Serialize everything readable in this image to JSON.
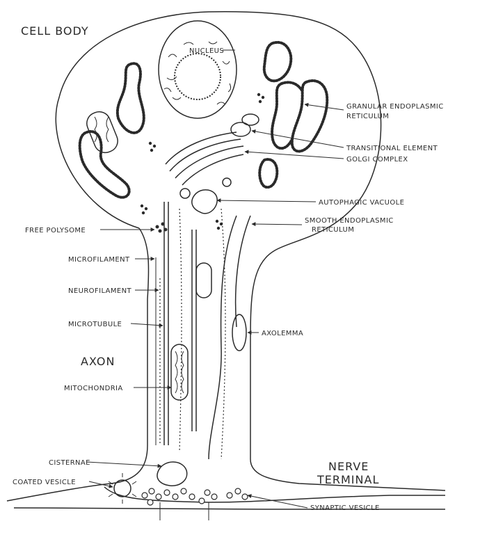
{
  "labels": {
    "cell_body": "CELL BODY",
    "nucleus": "NUCLEUS",
    "granular_er_line1": "GRANULAR ENDOPLASMIC",
    "granular_er_line2": "RETICULUM",
    "transitional_element": "TRANSITIONAL ELEMENT",
    "golgi_complex": "GOLGI COMPLEX",
    "autophagic_vacuole": "AUTOPHAGIC VACUOLE",
    "smooth_er_line1": "SMOOTH ENDOPLASMIC",
    "smooth_er_line2": "RETICULUM",
    "free_polysome": "FREE POLYSOME",
    "microfilament": "MICROFILAMENT",
    "neurofilament": "NEUROFILAMENT",
    "microtubule": "MICROTUBULE",
    "axolemma": "AXOLEMMA",
    "axon": "AXON",
    "mitochondria": "MITOCHONDRIA",
    "cisternae": "CISTERNAE",
    "coated_vesicle": "COATED VESICLE",
    "nerve_line1": "NERVE",
    "nerve_line2": "TERMINAL",
    "synaptic_vesicle": "SYNAPTIC VESICLE"
  },
  "colors": {
    "ink": "#2a2a2a",
    "paper": "#ffffff"
  }
}
